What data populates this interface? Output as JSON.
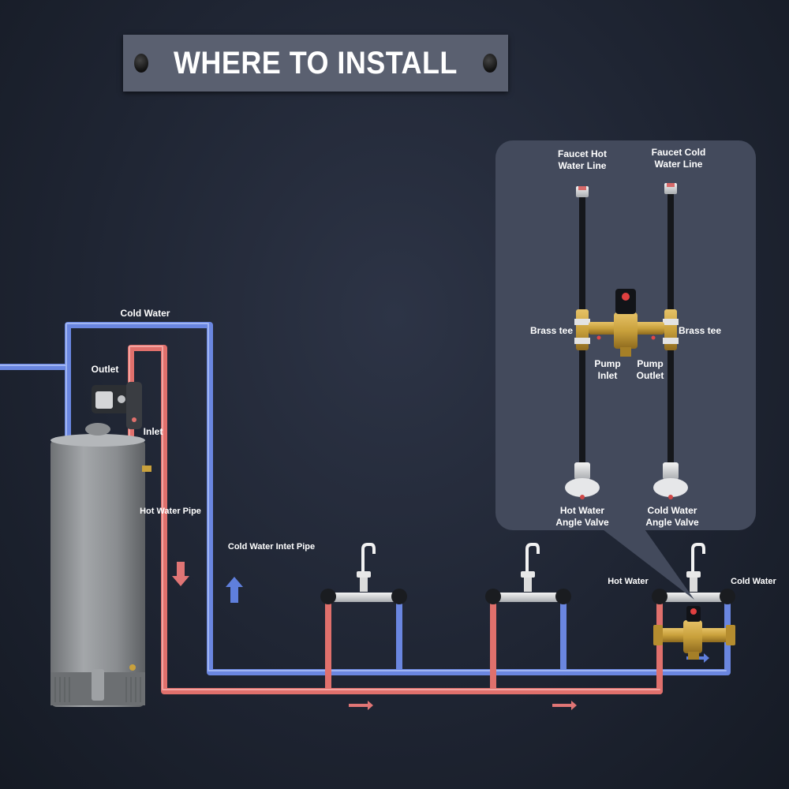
{
  "title": "WHERE TO INSTALL",
  "colors": {
    "hot": "#e0706c",
    "cold": "#6a86e0",
    "brass": "#c9a13c",
    "background": "#1f2533",
    "callout": "#434a5c",
    "heater": "#8f9295"
  },
  "labels": {
    "cold_water_top": "Cold Water",
    "outlet": "Outlet",
    "inlet": "Inlet",
    "hot_water_pipe": "Hot Water Pipe",
    "cold_water_inlet_pipe": "Cold Water Intet Pipe",
    "hot_water_right": "Hot Water",
    "cold_water_right": "Cold Water"
  },
  "callout": {
    "faucet_hot_line": "Faucet Hot\nWater Line",
    "faucet_cold_line": "Faucet Cold\nWater Line",
    "brass_tee_left": "Brass tee",
    "brass_tee_right": "Brass tee",
    "pump_inlet": "Pump\nInlet",
    "pump_outlet": "Pump\nOutlet",
    "hot_angle_valve": "Hot Water\nAngle Valve",
    "cold_angle_valve": "Cold Water\nAngle Valve"
  },
  "icons": [
    "water-heater",
    "circulation-pump",
    "faucet",
    "mixing-valve",
    "angle-valve",
    "flow-arrow"
  ]
}
